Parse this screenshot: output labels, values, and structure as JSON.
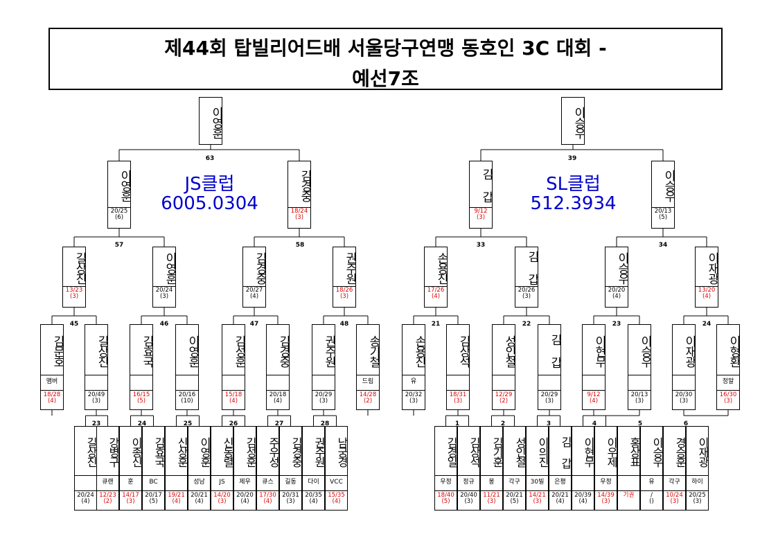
{
  "title": {
    "line1": "제44회 탑빌리어드배 서울당구연맹 동호인 3C 대회 -",
    "line2": "예선7조"
  },
  "clubs": [
    {
      "name": "JS클럽",
      "code": "6005.0304"
    },
    {
      "name": "SL클럽",
      "code": "512.3934"
    }
  ],
  "match_numbers": [
    "63",
    "39",
    "57",
    "58",
    "33",
    "34",
    "45",
    "46",
    "47",
    "48",
    "21",
    "22",
    "23",
    "24",
    "23",
    "24",
    "25",
    "26",
    "27",
    "28",
    "1",
    "2",
    "3",
    "4",
    "5",
    "6"
  ],
  "nodes": [
    {
      "name": "이영훈"
    },
    {
      "name": "이승우"
    },
    {
      "name": "이영훈",
      "s1": "20/25",
      "s2": "(6)"
    },
    {
      "name": "김경중",
      "s1": "18/24",
      "s2": "(3)",
      "red": true
    },
    {
      "name": "김 갑",
      "s1": "9/12",
      "s2": "(3)",
      "red": true
    },
    {
      "name": "이승우",
      "s1": "20/13",
      "s2": "(5)"
    },
    {
      "name": "길상진",
      "s1": "13/23",
      "s2": "(3)",
      "red": true
    },
    {
      "name": "이영훈",
      "s1": "20/24",
      "s2": "(3)"
    },
    {
      "name": "김경중",
      "s1": "20/27",
      "s2": "(4)"
    },
    {
      "name": "권주원",
      "s1": "18/26",
      "s2": "(3)",
      "red": true
    },
    {
      "name": "손용진",
      "s1": "17/26",
      "s2": "(4)",
      "red": true
    },
    {
      "name": "김 갑",
      "s1": "20/26",
      "s2": "(3)"
    },
    {
      "name": "이승우",
      "s1": "20/20",
      "s2": "(4)"
    },
    {
      "name": "이재광",
      "s1": "13/20",
      "s2": "(4)",
      "red": true
    },
    {
      "name": "김문호",
      "club": "맴버",
      "s1": "18/28",
      "s2": "(4)",
      "red": true
    },
    {
      "name": "길상진",
      "club": "",
      "s1": "20/49",
      "s2": "(3)"
    },
    {
      "name": "김효국",
      "club": "",
      "s1": "16/15",
      "s2": "(5)",
      "red": true
    },
    {
      "name": "이영훈",
      "club": "",
      "s1": "20/16",
      "s2": "(10)"
    },
    {
      "name": "김성훈",
      "club": "",
      "s1": "15/18",
      "s2": "(4)",
      "red": true
    },
    {
      "name": "김경중",
      "club": "",
      "s1": "20/18",
      "s2": "(4)"
    },
    {
      "name": "권주원",
      "club": "",
      "s1": "20/29",
      "s2": "(3)"
    },
    {
      "name": "송기철",
      "club": "드림",
      "s1": "14/28",
      "s2": "(2)",
      "red": true
    },
    {
      "name": "손용진",
      "club": "유",
      "s1": "20/32",
      "s2": "(3)"
    },
    {
      "name": "김상석",
      "club": "",
      "s1": "18/31",
      "s2": "(3)",
      "red": true
    },
    {
      "name": "성인철",
      "club": "",
      "s1": "12/29",
      "s2": "(2)",
      "red": true
    },
    {
      "name": "김 갑",
      "club": "",
      "s1": "20/29",
      "s2": "(3)"
    },
    {
      "name": "이현무",
      "club": "",
      "s1": "9/12",
      "s2": "(4)",
      "red": true
    },
    {
      "name": "이승우",
      "club": "",
      "s1": "20/13",
      "s2": "(3)"
    },
    {
      "name": "이재광",
      "club": "",
      "s1": "20/30",
      "s2": "(3)"
    },
    {
      "name": "이형환",
      "club": "정말",
      "s1": "16/30",
      "s2": "(3)",
      "red": true
    },
    {
      "name": "길상진",
      "club": "",
      "s1": "20/24",
      "s2": "(4)"
    },
    {
      "name": "강병구",
      "club": "큐랜",
      "s1": "12/23",
      "s2": "(2)",
      "red": true
    },
    {
      "name": "이종신",
      "club": "훈",
      "s1": "14/17",
      "s2": "(3)",
      "red": true
    },
    {
      "name": "김효국",
      "club": "BC",
      "s1": "20/17",
      "s2": "(5)"
    },
    {
      "name": "신상훈",
      "club": "",
      "s1": "19/21",
      "s2": "(4)",
      "red": true
    },
    {
      "name": "이영훈",
      "club": "성남",
      "s1": "20/21",
      "s2": "(4)"
    },
    {
      "name": "신동렬",
      "club": "JS",
      "s1": "14/20",
      "s2": "(3)",
      "red": true
    },
    {
      "name": "김성훈",
      "club": "제우",
      "s1": "20/20",
      "s2": "(4)"
    },
    {
      "name": "주우성",
      "club": "큐스",
      "s1": "17/30",
      "s2": "(4)",
      "red": true
    },
    {
      "name": "김경중",
      "club": "길동",
      "s1": "20/31",
      "s2": "(3)"
    },
    {
      "name": "권주원",
      "club": "다이",
      "s1": "20/35",
      "s2": "(4)"
    },
    {
      "name": "남궁경",
      "club": "VCC",
      "s1": "15/35",
      "s2": "(4)",
      "red": true
    },
    {
      "name": "김경일",
      "club": "우정",
      "s1": "18/40",
      "s2": "(5)",
      "red": true
    },
    {
      "name": "김상석",
      "club": "정규",
      "s1": "20/40",
      "s2": "(3)"
    },
    {
      "name": "김기훈",
      "club": "봉",
      "s1": "11/21",
      "s2": "(3)",
      "red": true
    },
    {
      "name": "성인철",
      "club": "각구",
      "s1": "20/21",
      "s2": "(5)"
    },
    {
      "name": "이의진",
      "club": "30빌",
      "s1": "14/21",
      "s2": "(3)",
      "red": true
    },
    {
      "name": "김 갑",
      "club": "은평",
      "s1": "20/21",
      "s2": "(4)"
    },
    {
      "name": "이현무",
      "club": "",
      "s1": "20/39",
      "s2": "(4)"
    },
    {
      "name": "이우제",
      "club": "우정",
      "s1": "14/39",
      "s2": "(3)",
      "red": true
    },
    {
      "name": "홍상표",
      "club": "",
      "s1": "기권",
      "s2": "",
      "red": true
    },
    {
      "name": "이승우",
      "club": "유",
      "s1": "/",
      "s2": "()"
    },
    {
      "name": "경승훈",
      "club": "각구",
      "s1": "10/24",
      "s2": "(3)",
      "red": true
    },
    {
      "name": "이재광",
      "club": "하이",
      "s1": "20/25",
      "s2": "(3)"
    }
  ]
}
